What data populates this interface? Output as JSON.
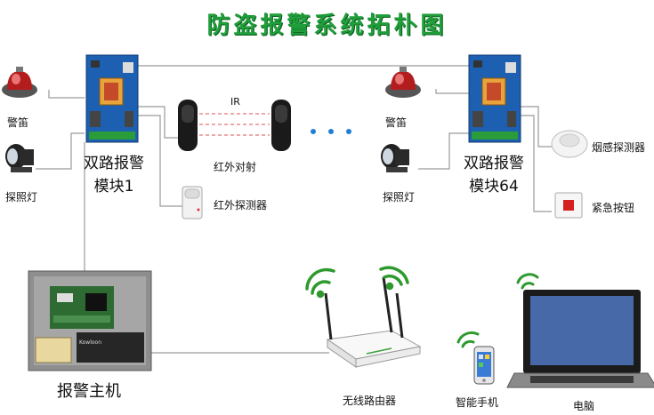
{
  "title": "防盗报警系统拓朴图",
  "labels": {
    "siren_left": "警笛",
    "searchlight_left": "探照灯",
    "module_left_line1": "双路报警",
    "module_left_line2": "模块1",
    "ir_tag": "IR",
    "ir_beam": "红外对射",
    "pir_detector": "红外探测器",
    "siren_right": "警笛",
    "searchlight_right": "探照灯",
    "module_right_line1": "双路报警",
    "module_right_line2": "模块64",
    "smoke_detector": "烟感探测器",
    "emergency_button": "紧急按钮",
    "alarm_host": "报警主机",
    "battery_brand": "Kowloon",
    "wireless_router": "无线路由器",
    "smartphone": "智能手机",
    "laptop": "电脑"
  },
  "colors": {
    "title": "#1f9e3a",
    "wire": "#9a9a9a",
    "pcb": "#1d5fb0",
    "wifi": "#2e9a2e",
    "ir_beam": "#e05050",
    "dots": "#1f7fd6"
  }
}
